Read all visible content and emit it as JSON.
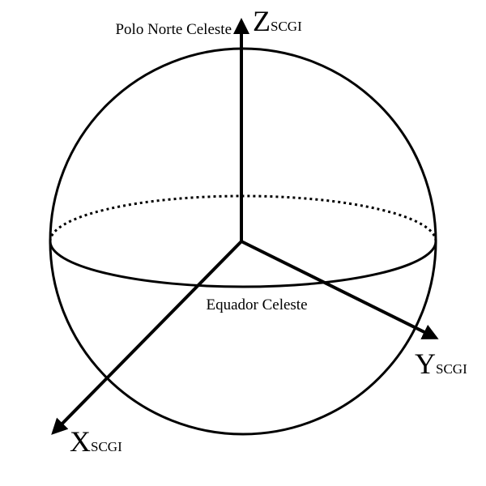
{
  "diagram": {
    "labels": {
      "north_pole": "Polo Norte Celeste",
      "equator": "Equador Celeste"
    },
    "axes": {
      "z": {
        "letter": "Z",
        "subscript": "SCGI"
      },
      "y": {
        "letter": "Y",
        "subscript": "SCGI"
      },
      "x": {
        "letter": "X",
        "subscript": "SCGI"
      }
    },
    "colors": {
      "stroke": "#000000",
      "background": "#ffffff"
    }
  }
}
